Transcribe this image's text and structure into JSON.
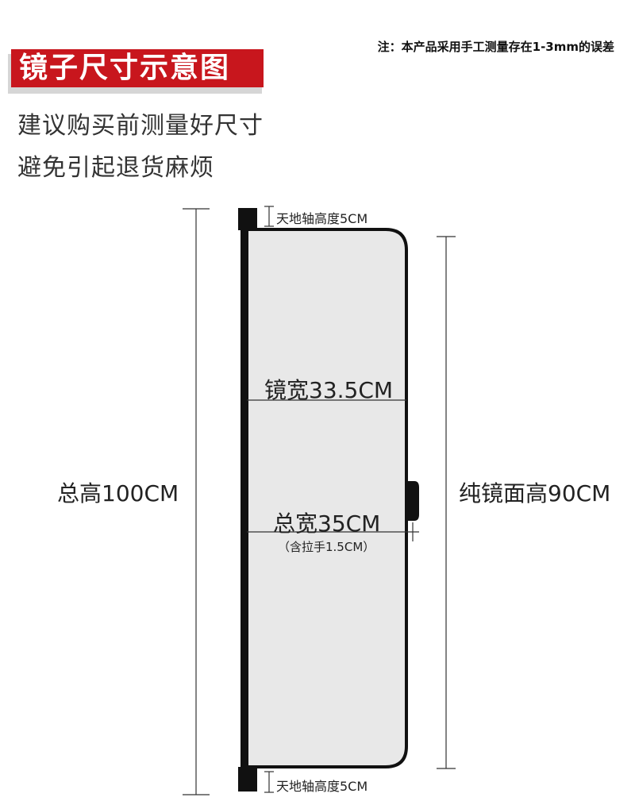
{
  "header": {
    "note": "注：本产品采用手工测量存在1-3mm的误差",
    "title": "镜子尺寸示意图",
    "tip_line_1": "建议购买前测量好尺寸",
    "tip_line_2": "避免引起退货麻烦"
  },
  "diagram": {
    "cap_height_top": "天地轴高度5CM",
    "cap_height_bottom": "天地轴高度5CM",
    "mirror_width": "镜宽33.5CM",
    "total_width": "总宽35CM",
    "handle_note": "（含拉手1.5CM）",
    "total_height": "总高100CM",
    "pure_mirror_height": "纯镜面高90CM"
  },
  "colors": {
    "title_bar": "#c8161d",
    "title_shadow": "#d6d6d6",
    "mirror_fill": "#e8e8e8",
    "frame": "#111111"
  }
}
